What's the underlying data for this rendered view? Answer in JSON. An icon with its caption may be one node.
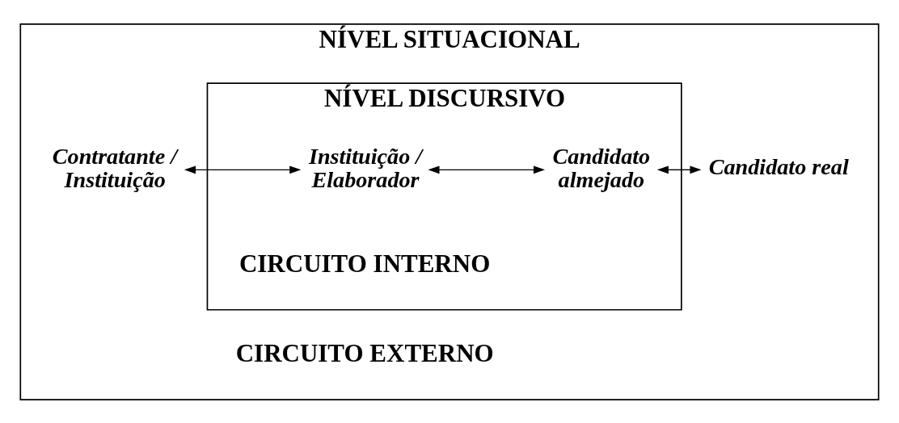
{
  "diagram": {
    "nodes": [
      {
        "text": [
          "NÍVEL SITUACIONAL",
          "CIRCUITO EXTERNO"
        ]
      },
      {
        "text": [
          "NÍVEL DISCURSIVO",
          "CIRCUITO INTERNO"
        ],
        "in": 0
      },
      {
        "text": [
          "Contratante / Instituição"
        ],
        "in": 0
      },
      {
        "text": [
          "Instituição / Elaborador"
        ],
        "in": 1
      },
      {
        "text": [
          "Candidato almejado"
        ],
        "in": 1
      },
      {
        "text": [
          "Candidato real"
        ],
        "in": 0
      }
    ],
    "edges": [
      {
        "from": 2,
        "to": 3,
        "arrow": "both"
      },
      {
        "from": 3,
        "to": 4,
        "arrow": "both"
      },
      {
        "from": 4,
        "to": 5,
        "arrow": "both"
      }
    ]
  }
}
